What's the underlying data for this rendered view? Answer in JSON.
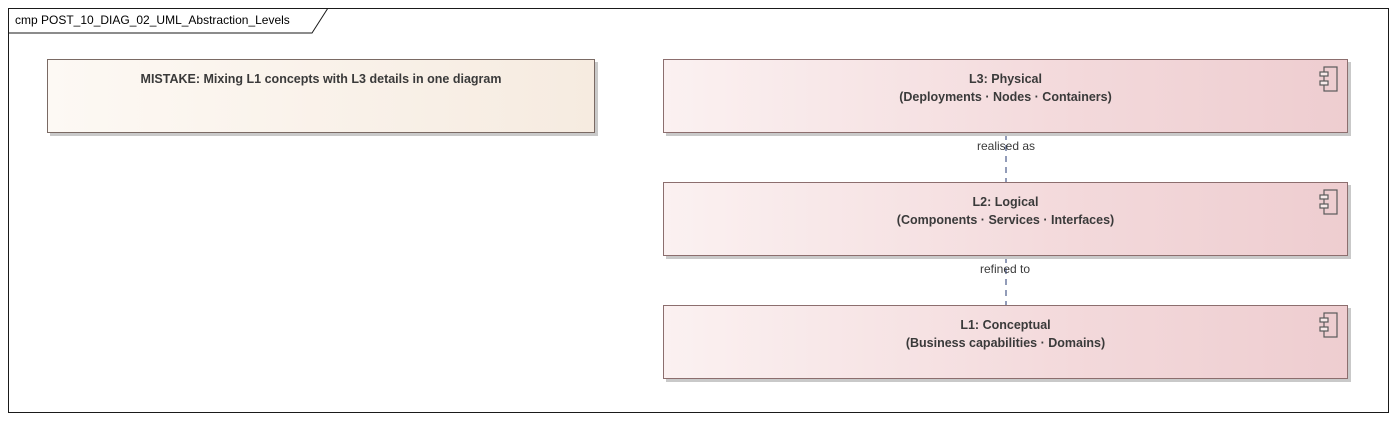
{
  "frame": {
    "title": "cmp POST_10_DIAG_02_UML_Abstraction_Levels"
  },
  "note": {
    "text": "MISTAKE: Mixing L1 concepts with L3 details in one diagram"
  },
  "components": [
    {
      "title": "L3: Physical",
      "subtitle": "(Deployments · Nodes · Containers)",
      "icon": "component-icon"
    },
    {
      "title": "L2: Logical",
      "subtitle": "(Components · Services · Interfaces)",
      "icon": "component-icon"
    },
    {
      "title": "L1: Conceptual",
      "subtitle": "(Business capabilities · Domains)",
      "icon": "component-icon"
    }
  ],
  "connectors": [
    {
      "label": "realised as",
      "from": "L3: Physical",
      "to": "L2: Logical",
      "style": "dashed"
    },
    {
      "label": "refined to",
      "from": "L2: Logical",
      "to": "L1: Conceptual",
      "style": "dashed"
    }
  ],
  "colors": {
    "component_fill_start": "#fbf1f1",
    "component_fill_end": "#eecdd0",
    "note_fill_start": "#fdf9f4",
    "note_fill_end": "#f6ebe0",
    "connector": "#4a5a8a"
  }
}
